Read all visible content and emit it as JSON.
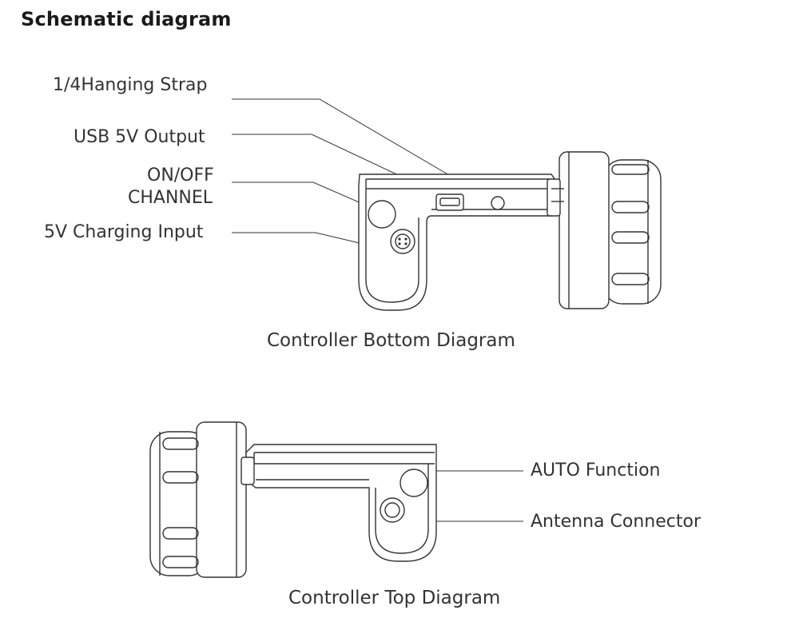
{
  "title": "Schematic diagram",
  "bottom_diagram": {
    "caption": "Controller Bottom Diagram",
    "labels": {
      "strap": "1/4Hanging Strap",
      "usb": "USB 5V Output",
      "onoff_line1": "ON/OFF",
      "onoff_line2": "CHANNEL",
      "charging": "5V Charging Input"
    }
  },
  "top_diagram": {
    "caption": "Controller Top Diagram",
    "labels": {
      "auto": "AUTO Function",
      "antenna": "Antenna Connector"
    }
  }
}
